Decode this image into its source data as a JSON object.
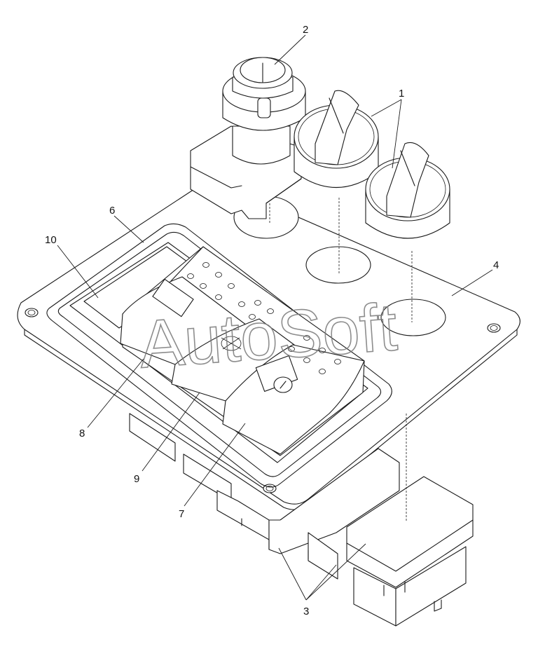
{
  "callouts": {
    "c1": "1",
    "c2": "2",
    "c3": "3",
    "c4": "4",
    "c6": "6",
    "c7": "7",
    "c8": "8",
    "c9": "9",
    "c10": "10"
  },
  "watermark": "AutoSoft"
}
